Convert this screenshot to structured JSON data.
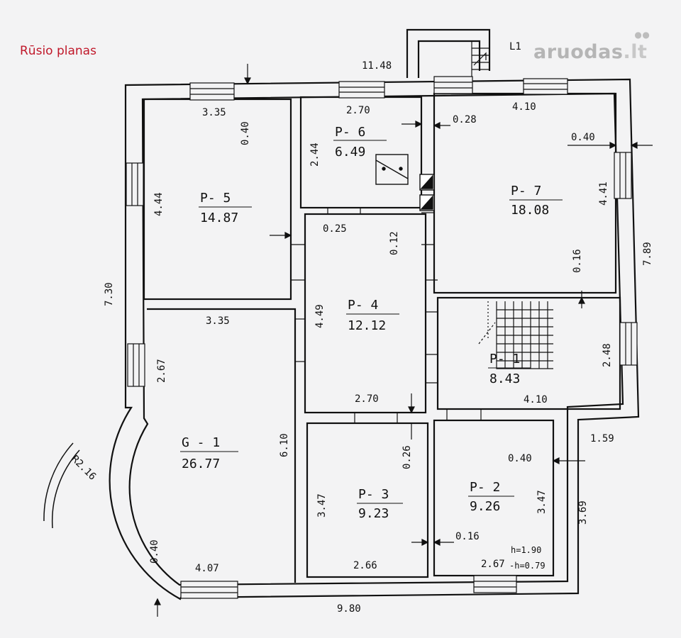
{
  "title": "Rūsio planas",
  "watermark": {
    "name": "aruodas",
    "tld": ".lt"
  },
  "label_l1": "L1",
  "rooms": [
    {
      "key": "p6",
      "id": "P- 6",
      "area": "6.49"
    },
    {
      "key": "p5",
      "id": "P- 5",
      "area": "14.87"
    },
    {
      "key": "p7",
      "id": "P- 7",
      "area": "18.08"
    },
    {
      "key": "p4",
      "id": "P- 4",
      "area": "12.12"
    },
    {
      "key": "p1",
      "id": "P- 1",
      "area": "8.43"
    },
    {
      "key": "g1",
      "id": "G - 1",
      "area": "26.77"
    },
    {
      "key": "p3",
      "id": "P- 3",
      "area": "9.23"
    },
    {
      "key": "p2",
      "id": "P- 2",
      "area": "9.26"
    }
  ],
  "dimensions": {
    "top_total": "11.48",
    "p5_width": "3.35",
    "p5_wall": "0.40",
    "p5_height": "4.44",
    "p6_width": "2.70",
    "p6_height": "2.44",
    "p7_wall_top": "0.28",
    "p7_width": "4.10",
    "p7_wall_right": "0.40",
    "p7_height": "4.41",
    "p7_wall_bottom": "0.16",
    "right_total_upper": "7.89",
    "p4_wall_left": "0.25",
    "p4_wall_top": "0.12",
    "p4_height": "4.49",
    "p4_width": "2.70",
    "left_total": "7.30",
    "g1_width_top": "3.35",
    "g1_side": "2.67",
    "g1_height": "6.10",
    "radius": "R2.16",
    "g1_wall": "0.40",
    "g1_width_bottom": "4.07",
    "p1_height": "2.48",
    "p1_width": "4.10",
    "offset_right": "1.59",
    "p3_wall": "0.26",
    "p3_height": "3.47",
    "p3_width": "2.66",
    "p2_wall_top": "0.40",
    "p2_height": "3.47",
    "p2_wall_bottom": "0.16",
    "p2_width": "2.67",
    "h1": "h=1.90",
    "h2": "-h=0.79",
    "right_total_lower": "3.69",
    "bottom_total": "9.80"
  }
}
